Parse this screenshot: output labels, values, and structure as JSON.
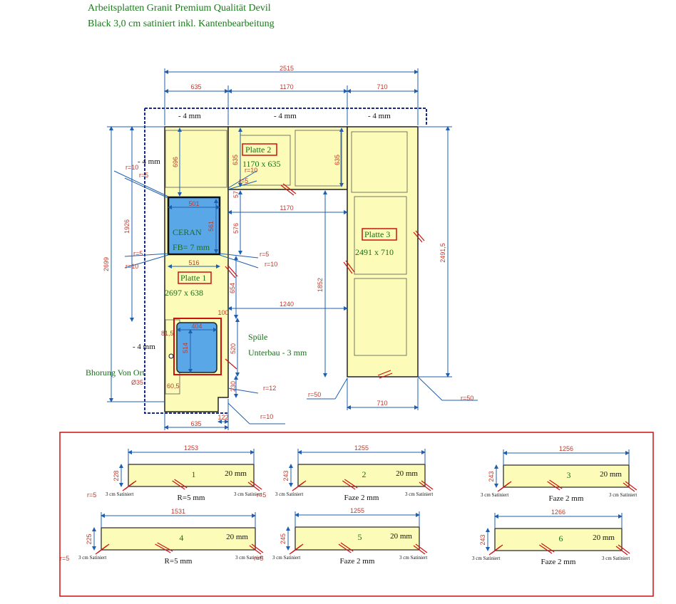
{
  "header": {
    "line1": "Arbeitsplatten Granit Premium Qualität Devil",
    "line2": "Black 3,0 cm satiniert inkl. Kantenbearbeitung"
  },
  "colors": {
    "plate": "#fcfcb8",
    "outline": "#222222",
    "dim": "#1f5fae",
    "dim_text": "#c0392b",
    "label_green": "#1a6e1a",
    "red_frame": "#cc1111",
    "dashed_blue": "#1a2a8c",
    "sink_blue": "#5aa7e8"
  },
  "plan": {
    "dims": {
      "total_width": "2515",
      "w635": "635",
      "w1170": "1170",
      "w710": "710",
      "minus4_a": "- 4 mm",
      "minus4_b": "- 4 mm",
      "minus4_c": "- 4 mm",
      "minus4_left": "- 4 mm",
      "minus4_left2": "- 4 mm",
      "d696": "696",
      "d635a": "635",
      "d635b": "635",
      "d57": "57",
      "d1926": "1926",
      "d2699": "2699",
      "d501": "501",
      "d561": "561",
      "d576": "576",
      "d1170": "1170",
      "d516": "516",
      "d654": "654",
      "d1852": "1852",
      "d1240": "1240",
      "d100": "100",
      "d404": "404",
      "d514": "514",
      "d520": "520",
      "d81_5": "81,5",
      "d60_5": "60,5",
      "d230": "230",
      "d122": "122",
      "d635c": "635",
      "d710b": "710",
      "d2491_5": "2491,5",
      "r10a": "r=10",
      "r5a": "r=5",
      "r10b": "r=10",
      "r5b": "r=5",
      "r5c": "r=5",
      "r10c": "r=10",
      "r5d": "r=5",
      "r10d": "r=10",
      "r12": "r=12",
      "r10e": "r=10",
      "r50a": "r=50",
      "r50b": "r=50"
    },
    "labels": {
      "platte1": "Platte 1",
      "platte1_size": "2697 x 638",
      "platte2": "Platte 2",
      "platte2_size": "1170 x 635",
      "platte3": "Platte 3",
      "platte3_size": "2491 x 710",
      "ceran": "CERAN",
      "ceran_fb": "FB= 7 mm",
      "spuele": "Spüle",
      "unterbau": "Unterbau - 3 mm",
      "bohrung": "Bhorung Von Ort",
      "bohrung_d": "Ø35"
    }
  },
  "edges": [
    {
      "len": "1253",
      "h": "228",
      "num": "1",
      "thk": "20 mm",
      "note": "R=5 mm",
      "satl": "3 cm Satiniert",
      "satr": "3 cm Satiniert",
      "r": "r=5"
    },
    {
      "len": "1255",
      "h": "243",
      "num": "2",
      "thk": "20 mm",
      "note": "Faze 2 mm",
      "satl": "3 cm Satiniert",
      "satr": "3 cm Satiniert",
      "r": "r=5"
    },
    {
      "len": "1256",
      "h": "243",
      "num": "3",
      "thk": "20 mm",
      "note": "Faze 2 mm",
      "satl": "3 cm Satiniert",
      "satr": "3 cm Satiniert",
      "r": ""
    },
    {
      "len": "1531",
      "h": "225",
      "num": "4",
      "thk": "20 mm",
      "note": "R=5 mm",
      "satl": "3 cm Satiniert",
      "satr": "3 cm Satiniert",
      "r": "r=5"
    },
    {
      "len": "1255",
      "h": "245",
      "num": "5",
      "thk": "20 mm",
      "note": "Faze 2 mm",
      "satl": "3 cm Satiniert",
      "satr": "3 cm Satiniert",
      "r": "r=5"
    },
    {
      "len": "1266",
      "h": "243",
      "num": "6",
      "thk": "20 mm",
      "note": "Faze 2 mm",
      "satl": "3 cm Satiniert",
      "satr": "3 cm Satiniert",
      "r": ""
    }
  ]
}
